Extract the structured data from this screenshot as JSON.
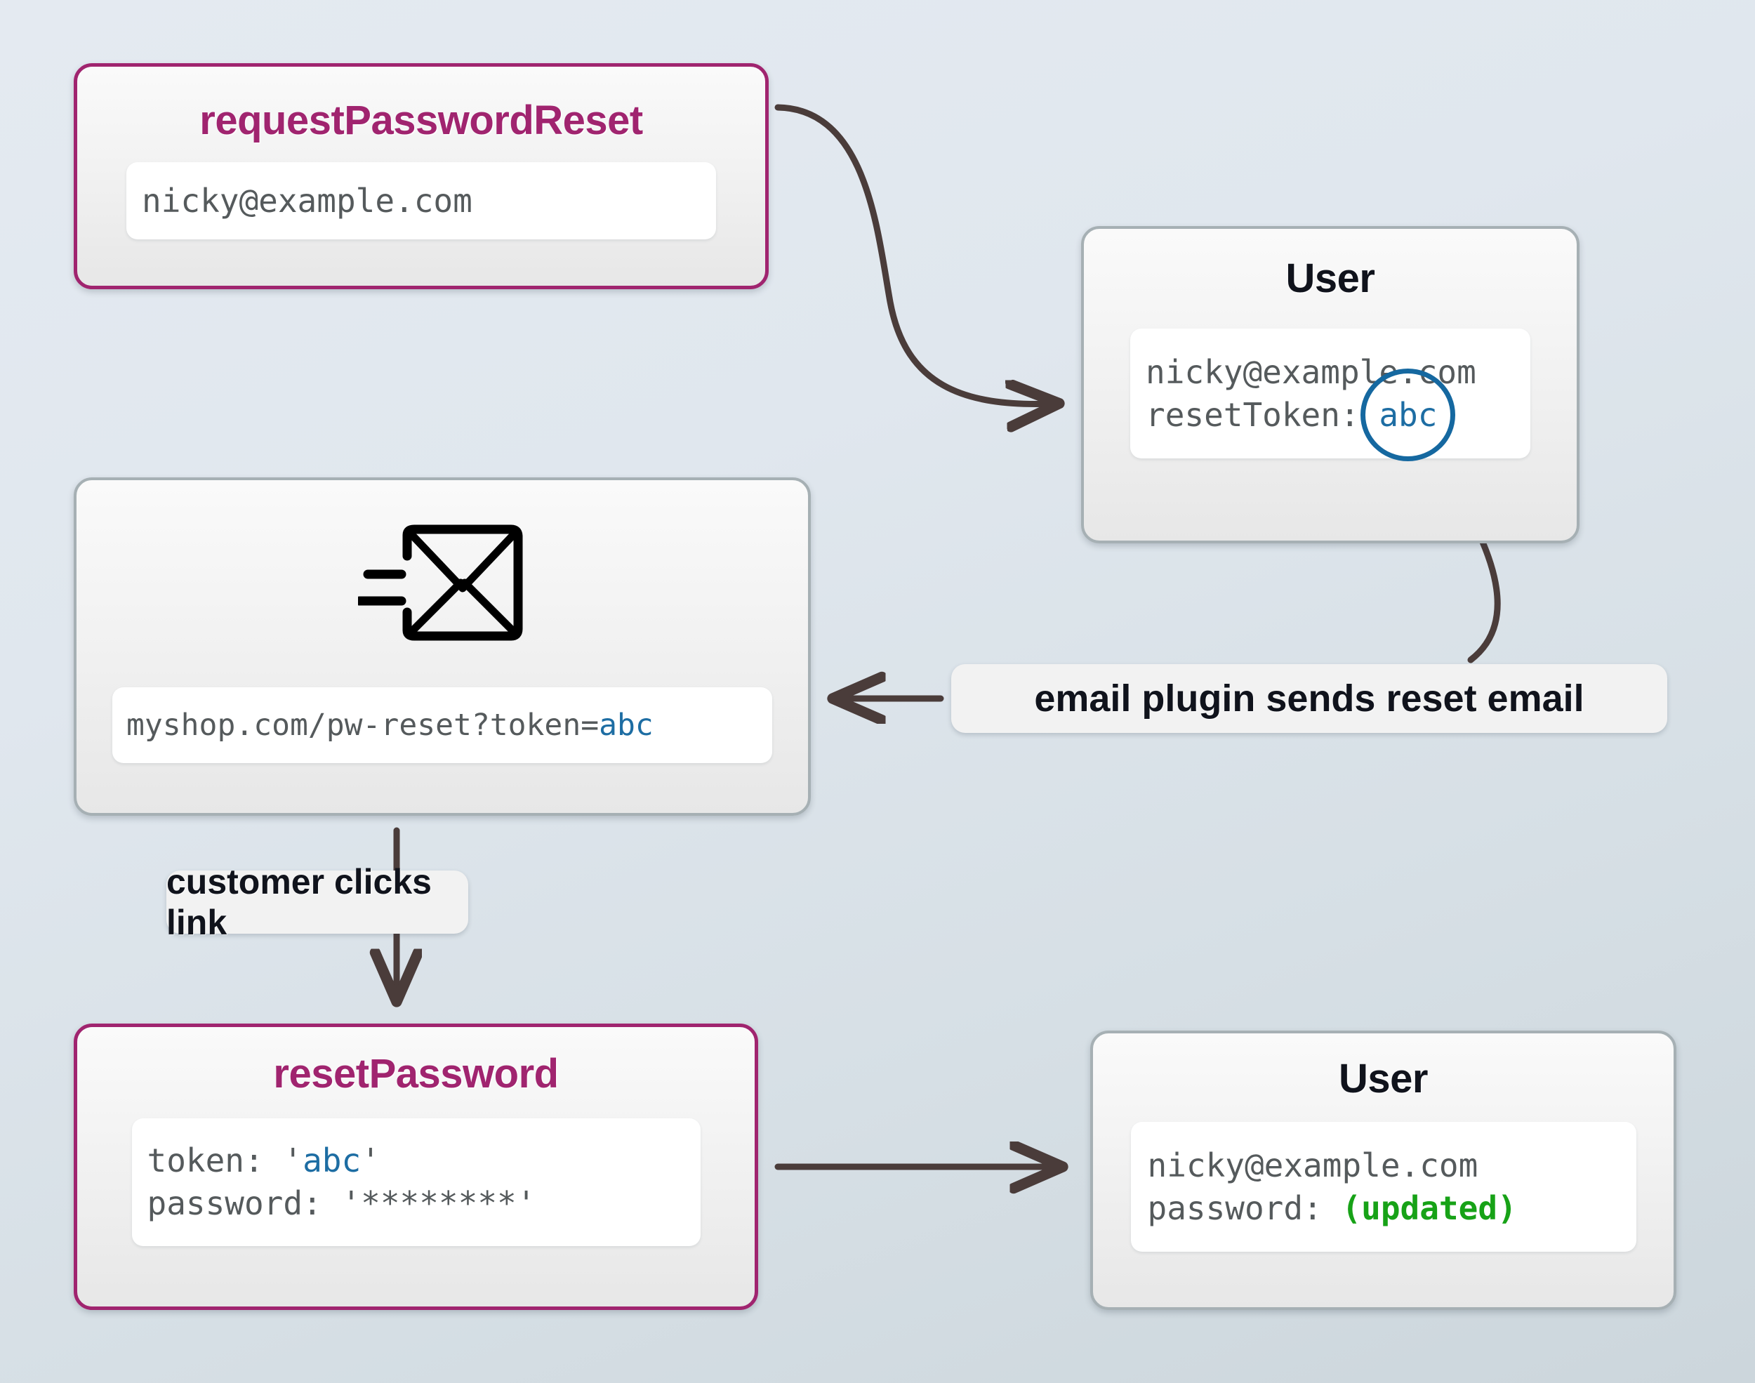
{
  "diagram": {
    "title": "password reset token flow",
    "background_top": "#e4eaf1",
    "background_bottom": "#ccd6dc",
    "accent_color": "#a0246f",
    "token_highlight_color": "#1d6da3",
    "updated_color": "#17a217",
    "edge_color": "#4a3c3a",
    "circle_color": "#1568a0"
  },
  "nodes": {
    "request_password_reset": {
      "title": "requestPasswordReset",
      "lines": [
        "nicky@example.com"
      ]
    },
    "user_top": {
      "title": "User",
      "email": "nicky@example.com",
      "token_label": "resetToken:",
      "token_value": "abc"
    },
    "email_card": {
      "icon": "envelope-send-icon",
      "link_prefix": "myshop.com/pw-reset?token=",
      "link_token": "abc"
    },
    "reset_password": {
      "title": "resetPassword",
      "token_label": "token:",
      "token_quote_open": "'",
      "token_value": "abc",
      "token_quote_close": "'",
      "password_label": "password:",
      "password_value": "'********'"
    },
    "user_bottom": {
      "title": "User",
      "email": "nicky@example.com",
      "password_label": "password:",
      "password_value": "(updated)"
    }
  },
  "edges": {
    "email_plugin_label": "email plugin sends reset email",
    "customer_clicks_label": "customer clicks link"
  }
}
